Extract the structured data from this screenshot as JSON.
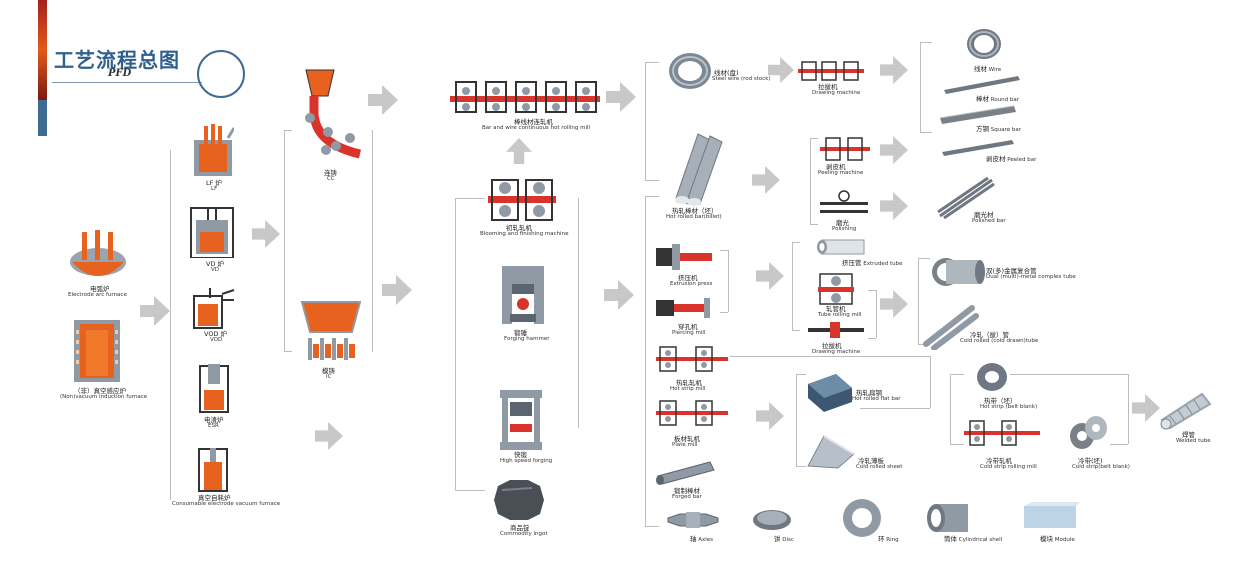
{
  "header": {
    "title_zh": "工艺流程总图",
    "title_en": "PFD"
  },
  "colors": {
    "orange": "#e8621f",
    "red": "#d9342b",
    "steel": "#8f9aa5",
    "arrow": "#c8c8c8",
    "line": "#bdbdbd",
    "bar_blue": "#6c8ca8",
    "bar_red": "#b5351f"
  },
  "nodes": {
    "eaf": {
      "zh": "电弧炉",
      "en": "Electrode arc furnace"
    },
    "vim": {
      "zh": "（非）真空感应炉",
      "en": "(Non)vacuum induction furnace"
    },
    "lf": {
      "zh": "LF 炉",
      "en": "LF"
    },
    "vd": {
      "zh": "VD 炉",
      "en": "VD"
    },
    "vod": {
      "zh": "VOD 炉",
      "en": "VOD"
    },
    "esr": {
      "zh": "电渣炉",
      "en": "ESR"
    },
    "var": {
      "zh": "真空自耗炉",
      "en": "Consumable electrode vacuum furnace"
    },
    "cc": {
      "zh": "连铸",
      "en": "CC"
    },
    "ic": {
      "zh": "模铸",
      "en": "IC"
    },
    "hot_roll": {
      "zh": "棒线材连轧机",
      "en": "Bar and wire continuous hot rolling mill"
    },
    "blooming": {
      "zh": "初轧轧机",
      "en": "Blooming and finishing machine"
    },
    "forging": {
      "zh": "锻锤",
      "en": "Forging hammer"
    },
    "hs_forging": {
      "zh": "快锻",
      "en": "High speed forging"
    },
    "ingot": {
      "zh": "商品锭",
      "en": "Commodity ingot"
    },
    "wire_rod": {
      "zh": "线材(盘)",
      "en": "Steel wire (rod stock)"
    },
    "drawing": {
      "zh": "拉拔机",
      "en": "Drawing machine"
    },
    "hot_bar": {
      "zh": "热轧棒材（坯）",
      "en": "Hot rolled bar(billet)"
    },
    "peeling": {
      "zh": "剥皮机",
      "en": "Peeling machine"
    },
    "polishing": {
      "zh": "磨光",
      "en": "Polishing"
    },
    "wire": {
      "zh": "线材",
      "en": "Wire"
    },
    "round_bar": {
      "zh": "棒材",
      "en": "Round bar"
    },
    "square_bar": {
      "zh": "方钢",
      "en": "Square bar"
    },
    "peeled_bar": {
      "zh": "剥皮材",
      "en": "Peeled bar"
    },
    "polished_bar": {
      "zh": "磨光材",
      "en": "Polished bar"
    },
    "extrusion": {
      "zh": "挤压机",
      "en": "Extrusion press"
    },
    "piercing": {
      "zh": "穿孔机",
      "en": "Piercing mill"
    },
    "extruded_tube": {
      "zh": "挤压管",
      "en": "Extruded tube"
    },
    "tube_rolling": {
      "zh": "轧管机",
      "en": "Tube rolling mill"
    },
    "tube_drawing": {
      "zh": "拉拔机",
      "en": "Drawing machine"
    },
    "dual_tube": {
      "zh": "双(多)金属复合管",
      "en": "Dual (multi)-metal complex tube"
    },
    "cold_tube": {
      "zh": "冷轧（拔）管",
      "en": "Cold rolled (cold drawn)tube"
    },
    "hot_strip_mill": {
      "zh": "热轧轧机",
      "en": "Hot strip mill"
    },
    "plate_mill": {
      "zh": "板材轧机",
      "en": "Plate mill"
    },
    "forged_bar": {
      "zh": "锻制棒材",
      "en": "Forged bar"
    },
    "flat_bar": {
      "zh": "热轧扁钢",
      "en": "Hot rolled flat bar"
    },
    "cold_sheet": {
      "zh": "冷轧薄板",
      "en": "Cold rolled sheet"
    },
    "hot_strip": {
      "zh": "热带（坯）",
      "en": "Hot strip (belt blank)"
    },
    "cold_strip_mill": {
      "zh": "冷带轧机",
      "en": "Cold strip rolling mill"
    },
    "cold_strip": {
      "zh": "冷带(坯)",
      "en": "Cold strip(belt blank)"
    },
    "welded_tube": {
      "zh": "焊管",
      "en": "Welded tube"
    },
    "axles": {
      "zh": "轴",
      "en": "Axles"
    },
    "disc": {
      "zh": "饼",
      "en": "Disc"
    },
    "ring": {
      "zh": "环",
      "en": "Ring"
    },
    "shell": {
      "zh": "筒体",
      "en": "Cylindrical shell"
    },
    "module": {
      "zh": "模块",
      "en": "Module"
    }
  }
}
